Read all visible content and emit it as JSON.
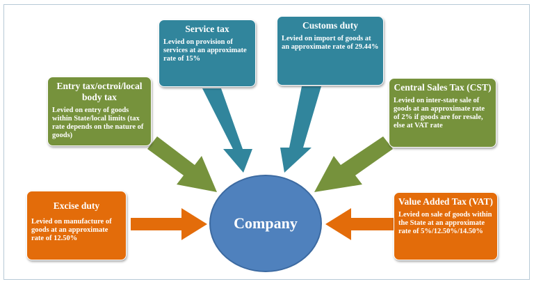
{
  "center": {
    "label": "Company"
  },
  "boxes": {
    "service_tax": {
      "title": "Service tax",
      "desc": "Levied on provision of services at an approximate rate of 15%"
    },
    "customs_duty": {
      "title": "Customs duty",
      "desc": "Levied on import of goods at an approximate rate of 29.44%"
    },
    "entry_tax": {
      "title": "Entry tax/octroi/local body tax",
      "desc": "Levied on entry of goods within State/local limits (tax rate depends on the nature of goods)"
    },
    "cst": {
      "title": "Central Sales Tax (CST)",
      "desc": "Levied on inter-state sale of goods at an approximate rate of 2% if goods are for resale, else at VAT rate"
    },
    "excise_duty": {
      "title": "Excise duty",
      "desc": "Levied on manufacture of goods at an approximate rate of 12.50%"
    },
    "vat": {
      "title": "Value Added Tax (VAT)",
      "desc": "Levied on sale of goods within the State at an approximate rate of 5%/12.50%/14.50%"
    }
  },
  "colors": {
    "teal": "#31859c",
    "green": "#76923c",
    "orange": "#e36c0a",
    "center": "#4f81bd"
  }
}
